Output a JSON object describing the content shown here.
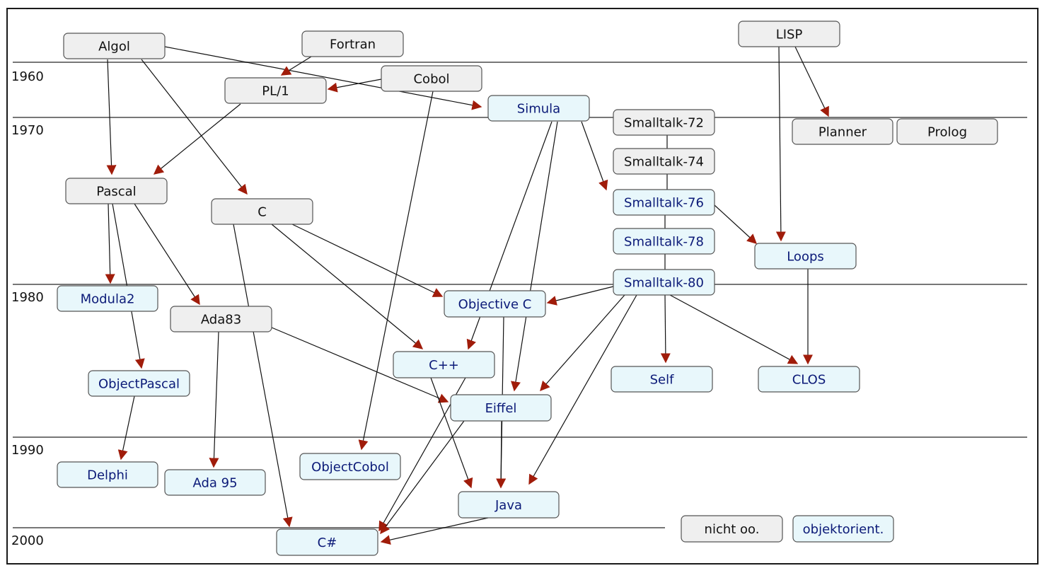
{
  "colors": {
    "non_oo_fill": "#efefef",
    "oo_fill": "#e8f7fb",
    "oo_text": "#0b1a78",
    "arrowhead": "#a01c0a"
  },
  "years": [
    {
      "id": "y1960",
      "label": "1960"
    },
    {
      "id": "y1970",
      "label": "1970"
    },
    {
      "id": "y1980",
      "label": "1980"
    },
    {
      "id": "y1990",
      "label": "1990"
    },
    {
      "id": "y2000",
      "label": "2000"
    }
  ],
  "nodes": [
    {
      "id": "algol",
      "label": "Algol",
      "kind": "non-oo"
    },
    {
      "id": "fortran",
      "label": "Fortran",
      "kind": "non-oo"
    },
    {
      "id": "lisp",
      "label": "LISP",
      "kind": "non-oo"
    },
    {
      "id": "cobol",
      "label": "Cobol",
      "kind": "non-oo"
    },
    {
      "id": "pl1",
      "label": "PL/1",
      "kind": "non-oo"
    },
    {
      "id": "simula",
      "label": "Simula",
      "kind": "oo"
    },
    {
      "id": "smalltalk72",
      "label": "Smalltalk-72",
      "kind": "non-oo"
    },
    {
      "id": "planner",
      "label": "Planner",
      "kind": "non-oo"
    },
    {
      "id": "prolog",
      "label": "Prolog",
      "kind": "non-oo"
    },
    {
      "id": "smalltalk74",
      "label": "Smalltalk-74",
      "kind": "non-oo"
    },
    {
      "id": "pascal",
      "label": "Pascal",
      "kind": "non-oo"
    },
    {
      "id": "c",
      "label": "C",
      "kind": "non-oo"
    },
    {
      "id": "smalltalk76",
      "label": "Smalltalk-76",
      "kind": "oo"
    },
    {
      "id": "smalltalk78",
      "label": "Smalltalk-78",
      "kind": "oo"
    },
    {
      "id": "loops",
      "label": "Loops",
      "kind": "oo"
    },
    {
      "id": "smalltalk80",
      "label": "Smalltalk-80",
      "kind": "oo"
    },
    {
      "id": "modula2",
      "label": "Modula2",
      "kind": "oo"
    },
    {
      "id": "ada83",
      "label": "Ada83",
      "kind": "non-oo"
    },
    {
      "id": "objectivec",
      "label": "Objective C",
      "kind": "oo"
    },
    {
      "id": "cpp",
      "label": "C++",
      "kind": "oo"
    },
    {
      "id": "objectpascal",
      "label": "ObjectPascal",
      "kind": "oo"
    },
    {
      "id": "self",
      "label": "Self",
      "kind": "oo"
    },
    {
      "id": "clos",
      "label": "CLOS",
      "kind": "oo"
    },
    {
      "id": "eiffel",
      "label": "Eiffel",
      "kind": "oo"
    },
    {
      "id": "delphi",
      "label": "Delphi",
      "kind": "oo"
    },
    {
      "id": "ada95",
      "label": "Ada 95",
      "kind": "oo"
    },
    {
      "id": "objectcobol",
      "label": "ObjectCobol",
      "kind": "oo"
    },
    {
      "id": "java",
      "label": "Java",
      "kind": "oo"
    },
    {
      "id": "csharp",
      "label": "C#",
      "kind": "oo"
    },
    {
      "id": "legend_non_oo",
      "label": "nicht oo.",
      "kind": "non-oo"
    },
    {
      "id": "legend_oo",
      "label": "objektorient.",
      "kind": "oo"
    }
  ],
  "edges": [
    {
      "from": "algol",
      "to": "pascal",
      "arrow": true
    },
    {
      "from": "algol",
      "to": "c",
      "arrow": true
    },
    {
      "from": "algol",
      "to": "simula",
      "arrow": true
    },
    {
      "from": "fortran",
      "to": "pl1",
      "arrow": true
    },
    {
      "from": "cobol",
      "to": "pl1",
      "arrow": true
    },
    {
      "from": "cobol",
      "to": "objectcobol",
      "arrow": true
    },
    {
      "from": "pl1",
      "to": "pascal",
      "arrow": true
    },
    {
      "from": "lisp",
      "to": "planner",
      "arrow": true
    },
    {
      "from": "lisp",
      "to": "loops",
      "arrow": true
    },
    {
      "from": "simula",
      "to": "smalltalk76",
      "arrow": true
    },
    {
      "from": "simula",
      "to": "cpp",
      "arrow": true
    },
    {
      "from": "simula",
      "to": "eiffel",
      "arrow": true
    },
    {
      "from": "smalltalk72",
      "to": "smalltalk74",
      "arrow": false
    },
    {
      "from": "smalltalk74",
      "to": "smalltalk76",
      "arrow": false
    },
    {
      "from": "smalltalk76",
      "to": "smalltalk78",
      "arrow": false
    },
    {
      "from": "smalltalk78",
      "to": "smalltalk80",
      "arrow": false
    },
    {
      "from": "smalltalk76",
      "to": "loops",
      "arrow": true
    },
    {
      "from": "loops",
      "to": "clos",
      "arrow": true
    },
    {
      "from": "smalltalk80",
      "to": "objectivec",
      "arrow": true
    },
    {
      "from": "smalltalk80",
      "to": "self",
      "arrow": true
    },
    {
      "from": "smalltalk80",
      "to": "clos",
      "arrow": true
    },
    {
      "from": "smalltalk80",
      "to": "eiffel",
      "arrow": true
    },
    {
      "from": "smalltalk80",
      "to": "java",
      "arrow": true
    },
    {
      "from": "pascal",
      "to": "modula2",
      "arrow": true
    },
    {
      "from": "pascal",
      "to": "ada83",
      "arrow": true
    },
    {
      "from": "pascal",
      "to": "objectpascal",
      "arrow": true
    },
    {
      "from": "c",
      "to": "objectivec",
      "arrow": true
    },
    {
      "from": "c",
      "to": "cpp",
      "arrow": true
    },
    {
      "from": "c",
      "to": "csharp",
      "arrow": true
    },
    {
      "from": "ada83",
      "to": "ada95",
      "arrow": true
    },
    {
      "from": "ada83",
      "to": "eiffel",
      "arrow": true
    },
    {
      "from": "objectivec",
      "to": "java",
      "arrow": true
    },
    {
      "from": "objectpascal",
      "to": "delphi",
      "arrow": true
    },
    {
      "from": "cpp",
      "to": "java",
      "arrow": true
    },
    {
      "from": "cpp",
      "to": "csharp",
      "arrow": true
    },
    {
      "from": "eiffel",
      "to": "java",
      "arrow": true
    },
    {
      "from": "eiffel",
      "to": "csharp",
      "arrow": true
    },
    {
      "from": "java",
      "to": "csharp",
      "arrow": true
    }
  ]
}
